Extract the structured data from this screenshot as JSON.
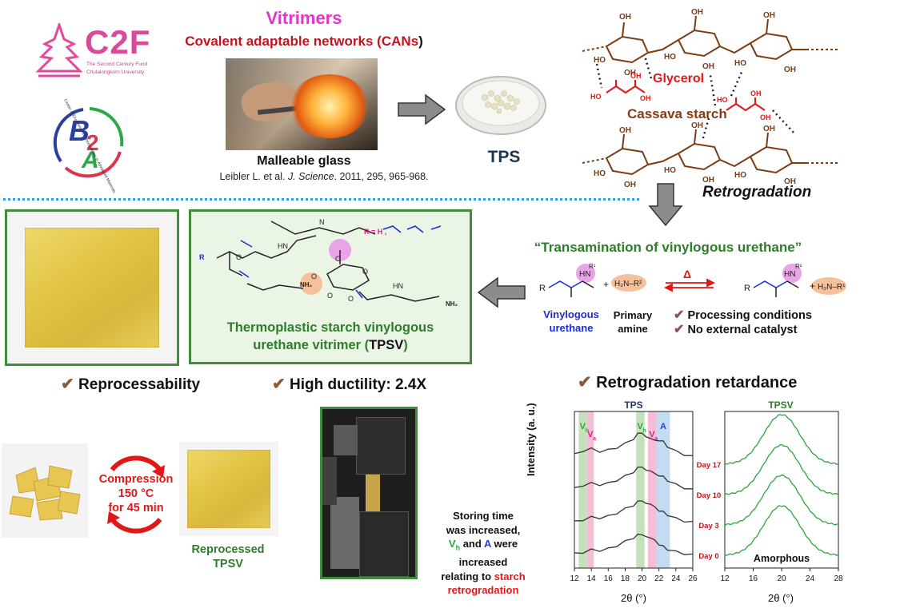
{
  "header": {
    "vitrimers": "Vitrimers",
    "cans_prefix": "Covalent adaptable networks (",
    "cans_abbr": "CANs",
    "cans_suffix": ")",
    "malleable": "Malleable glass",
    "citation_a": "Leibler L. et al. ",
    "citation_journal": "J. Science",
    "citation_b": ". 2011, 295, 965-968.",
    "tps": "TPS"
  },
  "logos": {
    "c2f": "C2F",
    "c2f_line1": "The Second Century Fund",
    "c2f_line2": "Chulalongkorn University",
    "b2a": "B2A",
    "b2a_ring": "Center of Excellence in Bioresources to Advanced Materials"
  },
  "starch": {
    "glycerol": "Glycerol",
    "cassava": "Cassava starch",
    "retro": "Retrogradation",
    "oh": "OH",
    "ho": "HO"
  },
  "trans": {
    "title": "“Transamination of vinylogous urethane”",
    "vinyl1": "Vinylogous",
    "vinyl2": "urethane",
    "primary1": "Primary",
    "primary2": "amine",
    "delta": "Δ",
    "cond1": "Processing conditions",
    "cond2": "No external catalyst",
    "r1": "R",
    "r2": "R",
    "amine_left": "H₂N–R²",
    "amine_right": "H₂N–R¹",
    "plus": "+"
  },
  "tpsv": {
    "line1": "Thermoplastic starch vinylogous",
    "line2a": "urethane vitrimer (",
    "line2b": "TPSV",
    "line2c": ")",
    "rlabel": "R = H ,",
    "nh2": "NH₂"
  },
  "features": {
    "reprocess": "Reprocessability",
    "ductility": "High ductility: 2.4X",
    "retro_ret": "Retrogradation retardance",
    "check": "✔"
  },
  "reprocess": {
    "compression": "Compression",
    "temp": "150 °C",
    "time": "for 45 min",
    "reproc1": "Reprocessed",
    "reproc2": "TPSV"
  },
  "note": {
    "l1": "Storing time",
    "l2": "was increased,",
    "vh_v": "V",
    "vh_sub": "h",
    "and": " and ",
    "a": "A",
    "were": " were",
    "l4": "increased",
    "l5a": "relating to ",
    "l5b": "starch",
    "l6": "retrogradation"
  },
  "chart_data": [
    {
      "type": "line",
      "title": "TPS",
      "xlabel": "2θ (°)",
      "ylabel": "Intensity (a. u.)",
      "xlim": [
        12,
        26
      ],
      "xticks": [
        12,
        14,
        16,
        18,
        20,
        22,
        24,
        26
      ],
      "series": [
        {
          "name": "Day 0",
          "x": [
            12,
            13,
            14,
            15,
            16,
            17,
            18,
            19,
            19.5,
            20,
            20.5,
            21,
            21.5,
            22,
            22.5,
            23,
            24,
            25,
            26
          ],
          "y": [
            0.3,
            0.34,
            0.42,
            0.4,
            0.45,
            0.55,
            0.68,
            0.8,
            0.88,
            0.92,
            0.8,
            0.82,
            0.7,
            0.6,
            0.52,
            0.44,
            0.36,
            0.3,
            0.26
          ]
        },
        {
          "name": "Day 3",
          "x": [
            12,
            13,
            14,
            15,
            16,
            17,
            18,
            19,
            19.5,
            20,
            20.5,
            21,
            21.5,
            22,
            22.5,
            23,
            24,
            25,
            26
          ],
          "y": [
            0.3,
            0.36,
            0.44,
            0.42,
            0.47,
            0.57,
            0.7,
            0.82,
            0.92,
            0.98,
            0.84,
            0.88,
            0.74,
            0.66,
            0.6,
            0.52,
            0.4,
            0.32,
            0.28
          ]
        },
        {
          "name": "Day 10",
          "x": [
            12,
            13,
            14,
            15,
            16,
            17,
            18,
            19,
            19.5,
            20,
            20.5,
            21,
            21.5,
            22,
            22.5,
            23,
            24,
            25,
            26
          ],
          "y": [
            0.34,
            0.44,
            0.5,
            0.46,
            0.5,
            0.6,
            0.72,
            0.86,
            0.98,
            1.04,
            0.88,
            0.92,
            0.78,
            0.76,
            0.7,
            0.6,
            0.46,
            0.36,
            0.3
          ]
        },
        {
          "name": "Day 17",
          "x": [
            12,
            13,
            14,
            15,
            16,
            17,
            18,
            19,
            19.5,
            20,
            20.5,
            21,
            21.5,
            22,
            22.5,
            23,
            24,
            25,
            26
          ],
          "y": [
            0.4,
            0.52,
            0.58,
            0.5,
            0.54,
            0.62,
            0.74,
            0.9,
            1.04,
            1.1,
            0.92,
            0.94,
            0.82,
            0.86,
            0.8,
            0.66,
            0.5,
            0.4,
            0.34
          ]
        }
      ],
      "bands": [
        {
          "label": "V",
          "sub": "h",
          "from": 12.5,
          "to": 13.5,
          "color": "#b8ddb0"
        },
        {
          "label": "V",
          "sub": "a",
          "from": 13.5,
          "to": 14.3,
          "color": "#f5b3cf"
        },
        {
          "label": "V",
          "sub": "h",
          "from": 19.3,
          "to": 20.3,
          "color": "#b8ddb0"
        },
        {
          "label": "V",
          "sub": "a",
          "from": 20.7,
          "to": 21.7,
          "color": "#f5b3cf"
        },
        {
          "label": "A",
          "sub": "",
          "from": 21.7,
          "to": 23.3,
          "color": "#b8d6ee"
        }
      ],
      "colors": {
        "vh": "#2aa63a",
        "va": "#e0218a",
        "a": "#2a3fcf"
      }
    },
    {
      "type": "line",
      "title": "TPSV",
      "xlabel": "2θ (°)",
      "xlim": [
        12,
        28
      ],
      "xticks": [
        12,
        16,
        20,
        24,
        28
      ],
      "annotation": "Amorphous",
      "series": [
        {
          "name": "Day 0",
          "center": 20,
          "height": 0.45,
          "offset": 0.0
        },
        {
          "name": "Day 3",
          "center": 20,
          "height": 0.45,
          "offset": 0.13
        },
        {
          "name": "Day 10",
          "center": 20,
          "height": 0.45,
          "offset": 0.26
        },
        {
          "name": "Day 17",
          "center": 20,
          "height": 0.45,
          "offset": 0.39
        }
      ],
      "day_labels": [
        "Day 17",
        "Day 10",
        "Day 3",
        "Day 0"
      ]
    }
  ]
}
